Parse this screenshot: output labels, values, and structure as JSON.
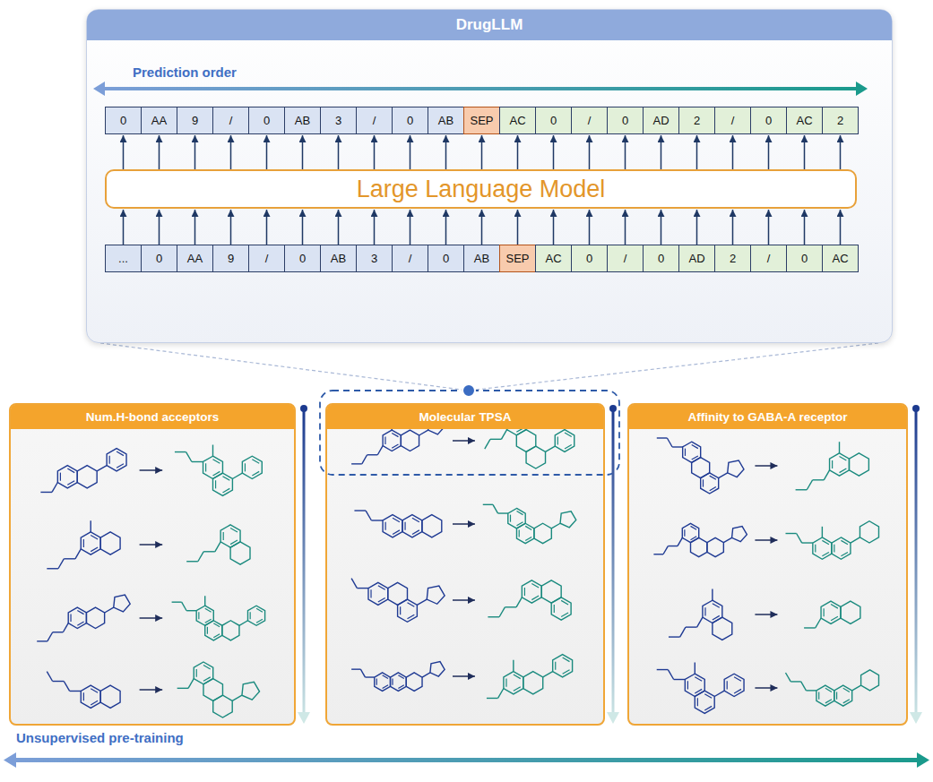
{
  "diagram": {
    "nodes": [
      {
        "text": [
          "DrugLLM"
        ]
      },
      {
        "text": [
          "0"
        ],
        "in": 0
      },
      {
        "text": [
          "AA"
        ],
        "in": 0
      },
      {
        "text": [
          "9"
        ],
        "in": 0
      },
      {
        "text": [
          "/"
        ],
        "in": 0
      },
      {
        "text": [
          "0"
        ],
        "in": 0
      },
      {
        "text": [
          "AB"
        ],
        "in": 0
      },
      {
        "text": [
          "3"
        ],
        "in": 0
      },
      {
        "text": [
          "/"
        ],
        "in": 0
      },
      {
        "text": [
          "0"
        ],
        "in": 0
      },
      {
        "text": [
          "AB"
        ],
        "in": 0
      },
      {
        "text": [
          "SEP"
        ],
        "in": 0
      },
      {
        "text": [
          "AC"
        ],
        "in": 0
      },
      {
        "text": [
          "0"
        ],
        "in": 0
      },
      {
        "text": [
          "/"
        ],
        "in": 0
      },
      {
        "text": [
          "0"
        ],
        "in": 0
      },
      {
        "text": [
          "AD"
        ],
        "in": 0
      },
      {
        "text": [
          "2"
        ],
        "in": 0
      },
      {
        "text": [
          "/"
        ],
        "in": 0
      },
      {
        "text": [
          "0"
        ],
        "in": 0
      },
      {
        "text": [
          "AC"
        ],
        "in": 0
      },
      {
        "text": [
          "2"
        ],
        "in": 0
      },
      {
        "text": [
          "Large Language Model"
        ],
        "in": 0
      },
      {
        "text": [
          "..."
        ],
        "in": 0
      },
      {
        "text": [
          "0"
        ],
        "in": 0
      },
      {
        "text": [
          "AA"
        ],
        "in": 0
      },
      {
        "text": [
          "9"
        ],
        "in": 0
      },
      {
        "text": [
          "/"
        ],
        "in": 0
      },
      {
        "text": [
          "0"
        ],
        "in": 0
      },
      {
        "text": [
          "AB"
        ],
        "in": 0
      },
      {
        "text": [
          "3"
        ],
        "in": 0
      },
      {
        "text": [
          "/"
        ],
        "in": 0
      },
      {
        "text": [
          "0"
        ],
        "in": 0
      },
      {
        "text": [
          "AB"
        ],
        "in": 0
      },
      {
        "text": [
          "SEP"
        ],
        "in": 0
      },
      {
        "text": [
          "AC"
        ],
        "in": 0
      },
      {
        "text": [
          "0"
        ],
        "in": 0
      },
      {
        "text": [
          "/"
        ],
        "in": 0
      },
      {
        "text": [
          "0"
        ],
        "in": 0
      },
      {
        "text": [
          "AD"
        ],
        "in": 0
      },
      {
        "text": [
          "2"
        ],
        "in": 0
      },
      {
        "text": [
          "/"
        ],
        "in": 0
      },
      {
        "text": [
          "0"
        ],
        "in": 0
      },
      {
        "text": [
          "AC"
        ],
        "in": 0
      },
      {
        "text": [
          "Num.H-bond acceptors"
        ]
      },
      {
        "text": [
          "Molecular TPSA"
        ]
      },
      {
        "text": [
          "Affinity to GABA-A receptor"
        ]
      }
    ],
    "edges": [
      {
        "from": 23,
        "to": 22,
        "arrow": "to"
      },
      {
        "from": 24,
        "to": 22,
        "arrow": "to"
      },
      {
        "from": 25,
        "to": 22,
        "arrow": "to"
      },
      {
        "from": 26,
        "to": 22,
        "arrow": "to"
      },
      {
        "from": 27,
        "to": 22,
        "arrow": "to"
      },
      {
        "from": 28,
        "to": 22,
        "arrow": "to"
      },
      {
        "from": 29,
        "to": 22,
        "arrow": "to"
      },
      {
        "from": 30,
        "to": 22,
        "arrow": "to"
      },
      {
        "from": 31,
        "to": 22,
        "arrow": "to"
      },
      {
        "from": 32,
        "to": 22,
        "arrow": "to"
      },
      {
        "from": 33,
        "to": 22,
        "arrow": "to"
      },
      {
        "from": 34,
        "to": 22,
        "arrow": "to"
      },
      {
        "from": 35,
        "to": 22,
        "arrow": "to"
      },
      {
        "from": 36,
        "to": 22,
        "arrow": "to"
      },
      {
        "from": 37,
        "to": 22,
        "arrow": "to"
      },
      {
        "from": 38,
        "to": 22,
        "arrow": "to"
      },
      {
        "from": 39,
        "to": 22,
        "arrow": "to"
      },
      {
        "from": 40,
        "to": 22,
        "arrow": "to"
      },
      {
        "from": 41,
        "to": 22,
        "arrow": "to"
      },
      {
        "from": 42,
        "to": 22,
        "arrow": "to"
      },
      {
        "from": 43,
        "to": 22,
        "arrow": "to"
      },
      {
        "from": 22,
        "to": 1,
        "arrow": "to"
      },
      {
        "from": 22,
        "to": 2,
        "arrow": "to"
      },
      {
        "from": 22,
        "to": 3,
        "arrow": "to"
      },
      {
        "from": 22,
        "to": 4,
        "arrow": "to"
      },
      {
        "from": 22,
        "to": 5,
        "arrow": "to"
      },
      {
        "from": 22,
        "to": 6,
        "arrow": "to"
      },
      {
        "from": 22,
        "to": 7,
        "arrow": "to"
      },
      {
        "from": 22,
        "to": 8,
        "arrow": "to"
      },
      {
        "from": 22,
        "to": 9,
        "arrow": "to"
      },
      {
        "from": 22,
        "to": 10,
        "arrow": "to"
      },
      {
        "from": 22,
        "to": 11,
        "arrow": "to"
      },
      {
        "from": 22,
        "to": 12,
        "arrow": "to"
      },
      {
        "from": 22,
        "to": 13,
        "arrow": "to"
      },
      {
        "from": 22,
        "to": 14,
        "arrow": "to"
      },
      {
        "from": 22,
        "to": 15,
        "arrow": "to"
      },
      {
        "from": 22,
        "to": 16,
        "arrow": "to"
      },
      {
        "from": 22,
        "to": 17,
        "arrow": "to"
      },
      {
        "from": 22,
        "to": 18,
        "arrow": "to"
      },
      {
        "from": 22,
        "to": 19,
        "arrow": "to"
      },
      {
        "from": 22,
        "to": 20,
        "arrow": "to"
      },
      {
        "from": 22,
        "to": 21,
        "arrow": "to"
      }
    ],
    "labels": [
      "Prediction order",
      "Unsupervised pre-training"
    ]
  }
}
